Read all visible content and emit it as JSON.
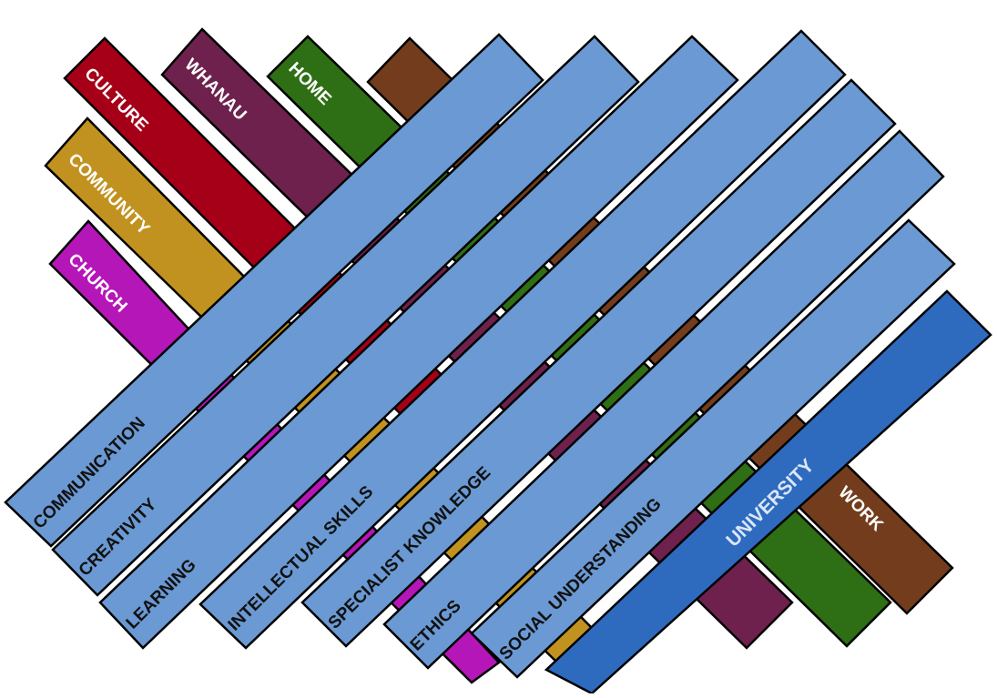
{
  "colors": {
    "culture": "#a50018",
    "whanau": "#6e214c",
    "home": "#2e6e15",
    "work": "#733d1d",
    "community": "#c1921f",
    "church": "#b516b8",
    "attribute_band": "#6a99d3",
    "university": "#2e6bbf",
    "outline": "#000000"
  },
  "contexts": {
    "culture": "CULTURE",
    "whanau": "WHANAU",
    "home": "HOME",
    "community": "COMMUNITY",
    "church": "CHURCH",
    "work": "WORK",
    "university": "UNIVERSITY"
  },
  "attributes": [
    "COMMUNICATION",
    "CREATIVITY",
    "LEARNING",
    "INTELLECTUAL SKILLS",
    "SPECIALIST KNOWLEDGE",
    "ETHICS",
    "SOCIAL UNDERSTANDING"
  ]
}
